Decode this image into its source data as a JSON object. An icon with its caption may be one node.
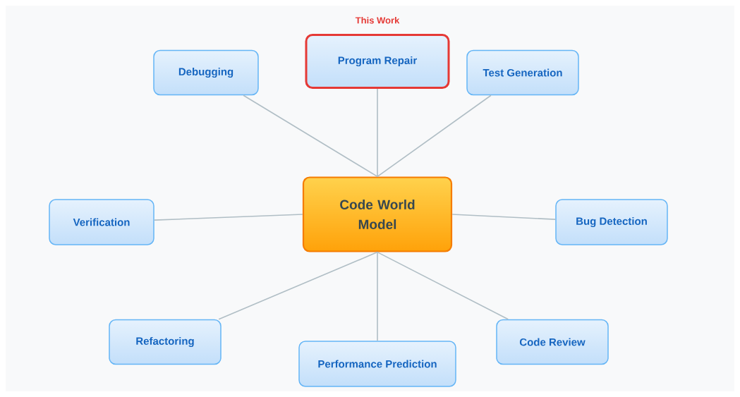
{
  "diagram": {
    "nodes": [
      {
        "text": [
          "Code World Model"
        ]
      },
      {
        "text": [
          "Program Repair"
        ],
        "beside": [
          "This Work"
        ]
      },
      {
        "text": [
          "Debugging"
        ]
      },
      {
        "text": [
          "Test Generation"
        ]
      },
      {
        "text": [
          "Verification"
        ]
      },
      {
        "text": [
          "Bug Detection"
        ]
      },
      {
        "text": [
          "Refactoring"
        ]
      },
      {
        "text": [
          "Performance Prediction"
        ]
      },
      {
        "text": [
          "Code Review"
        ]
      }
    ],
    "edges": [
      {
        "from": 0,
        "to": 1,
        "arrow": "none"
      },
      {
        "from": 0,
        "to": 2,
        "arrow": "none"
      },
      {
        "from": 0,
        "to": 3,
        "arrow": "none"
      },
      {
        "from": 0,
        "to": 4,
        "arrow": "none"
      },
      {
        "from": 0,
        "to": 5,
        "arrow": "none"
      },
      {
        "from": 0,
        "to": 6,
        "arrow": "none"
      },
      {
        "from": 0,
        "to": 7,
        "arrow": "none"
      },
      {
        "from": 0,
        "to": 8,
        "arrow": "none"
      }
    ]
  }
}
